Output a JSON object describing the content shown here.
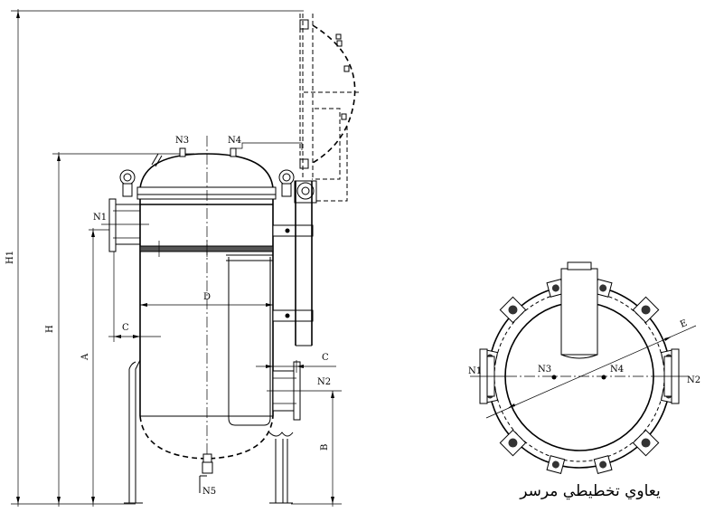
{
  "labels": {
    "n1_side": "N1",
    "n2_side": "N2",
    "n3_side": "N3",
    "n4_side": "N4",
    "n5_side": "N5",
    "h1": "H1",
    "h": "H",
    "a": "A",
    "b": "B",
    "c_left": "C",
    "c_right": "C",
    "d": "D",
    "n1_top": "N1",
    "n2_top": "N2",
    "n3_top": "N3",
    "n4_top": "N4",
    "e": "E"
  },
  "caption": "يعاوي تخطيطي مرسر"
}
